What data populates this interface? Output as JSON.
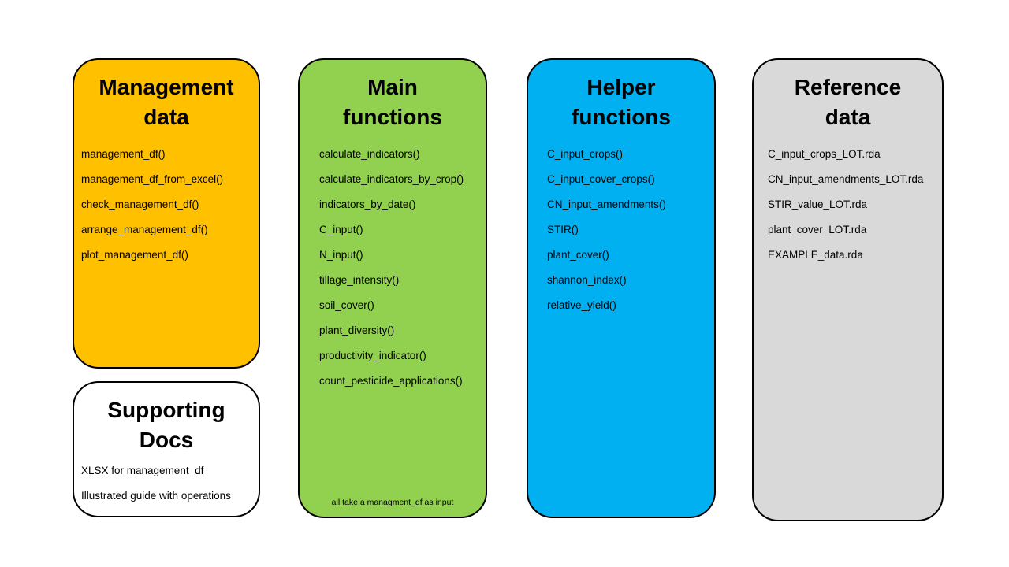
{
  "page": {
    "background": "#ffffff",
    "border_color": "#000000",
    "text_color": "#000000"
  },
  "cards": [
    {
      "id": "management-data",
      "title_lines": [
        "Management",
        "data"
      ],
      "color": "#FFC000",
      "items": [
        "management_df()",
        "management_df_from_excel()",
        "check_management_df()",
        "arrange_management_df()",
        "plot_management_df()"
      ]
    },
    {
      "id": "supporting-docs",
      "title_lines": [
        "Supporting",
        "Docs"
      ],
      "color": "#FFFFFF",
      "items": [
        "XLSX for management_df",
        "Illustrated guide with operations"
      ]
    },
    {
      "id": "main-functions",
      "title_lines": [
        "Main",
        "functions"
      ],
      "color": "#92D050",
      "items": [
        "calculate_indicators()",
        "calculate_indicators_by_crop()",
        "indicators_by_date()",
        "C_input()",
        "N_input()",
        "tillage_intensity()",
        "soil_cover()",
        "plant_diversity()",
        "productivity_indicator()",
        "count_pesticide_applications()"
      ],
      "footnote": "all take a managment_df as input"
    },
    {
      "id": "helper-functions",
      "title_lines": [
        "Helper",
        "functions"
      ],
      "color": "#00B0F0",
      "items": [
        "C_input_crops()",
        "C_input_cover_crops()",
        "CN_input_amendments()",
        "STIR()",
        "plant_cover()",
        "shannon_index()",
        "relative_yield()"
      ]
    },
    {
      "id": "reference-data",
      "title_lines": [
        "Reference",
        "data"
      ],
      "color": "#D9D9D9",
      "items": [
        "C_input_crops_LOT.rda",
        "CN_input_amendments_LOT.rda",
        "STIR_value_LOT.rda",
        "plant_cover_LOT.rda",
        "EXAMPLE_data.rda"
      ]
    }
  ]
}
